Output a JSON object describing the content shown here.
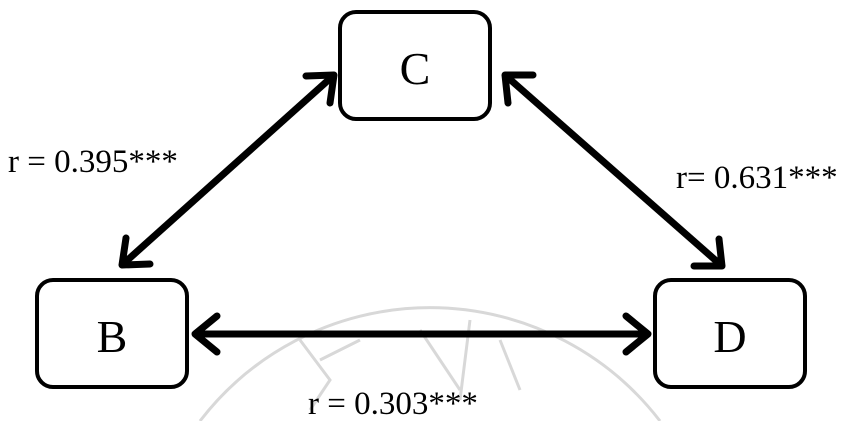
{
  "diagram": {
    "nodes": {
      "c": {
        "label": "C"
      },
      "b": {
        "label": "B"
      },
      "d": {
        "label": "D"
      }
    },
    "edges": {
      "b_c": {
        "label": "r = 0.395***"
      },
      "c_d": {
        "label": "r= 0.631***"
      },
      "b_d": {
        "label": "r = 0.303***"
      }
    },
    "colors": {
      "stroke": "#000000",
      "background": "#ffffff",
      "watermark": "#d8d8d8"
    }
  }
}
